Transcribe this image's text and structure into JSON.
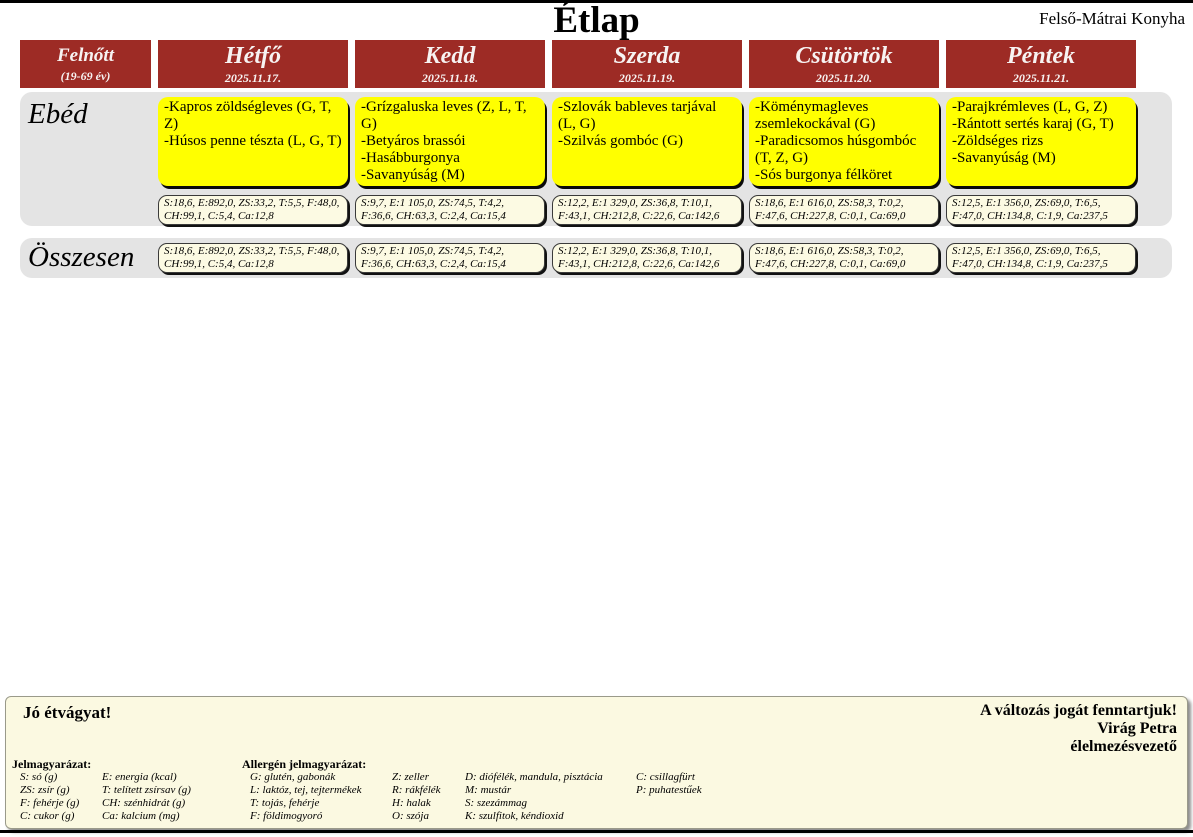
{
  "page": {
    "title": "Étlap",
    "organization": "Felső-Mátrai Konyha"
  },
  "table": {
    "age_group": {
      "label": "Felnőtt",
      "range": "(19-69 év)"
    },
    "days": [
      {
        "name": "Hétfő",
        "date": "2025.11.17."
      },
      {
        "name": "Kedd",
        "date": "2025.11.18."
      },
      {
        "name": "Szerda",
        "date": "2025.11.19."
      },
      {
        "name": "Csütörtök",
        "date": "2025.11.20."
      },
      {
        "name": "Péntek",
        "date": "2025.11.21."
      }
    ],
    "meal_row": {
      "label": "Ebéd",
      "menus": [
        {
          "items": [
            "-Kapros zöldségleves (G, T, Z)",
            "-Húsos penne tészta (L, G, T)"
          ]
        },
        {
          "items": [
            "-Grízgaluska leves (Z, L, T, G)",
            "-Betyáros brassói",
            "-Hasábburgonya",
            "-Savanyúság (M)"
          ]
        },
        {
          "items": [
            "-Szlovák bableves tarjával (L, G)",
            "-Szilvás gombóc  (G)"
          ]
        },
        {
          "items": [
            "-Köménymagleves zsemlekockával (G)",
            "-Paradicsomos húsgombóc (T, Z, G)",
            "-Sós burgonya félköret"
          ]
        },
        {
          "items": [
            "-Parajkrémleves (L, G, Z)",
            "-Rántott sertés karaj (G, T)",
            "-Zöldséges rizs",
            "-Savanyúság (M)"
          ]
        }
      ]
    },
    "nutrition": [
      "S:18,6, E:892,0, ZS:33,2, T:5,5, F:48,0, CH:99,1, C:5,4, Ca:12,8",
      "S:9,7, E:1 105,0, ZS:74,5, T:4,2, F:36,6, CH:63,3, C:2,4, Ca:15,4",
      "S:12,2, E:1 329,0, ZS:36,8, T:10,1, F:43,1, CH:212,8, C:22,6, Ca:142,6",
      "S:18,6, E:1 616,0, ZS:58,3, T:0,2, F:47,6, CH:227,8, C:0,1, Ca:69,0",
      "S:12,5, E:1 356,0, ZS:69,0, T:6,5, F:47,0, CH:134,8, C:1,9, Ca:237,5"
    ],
    "total_row": {
      "label": "Összesen"
    }
  },
  "footer": {
    "greeting": "Jó étvágyat!",
    "rights": "A változás jogát fenntartjuk!",
    "signature": "Virág Petra",
    "role": "élelmezésvezető",
    "legend": {
      "title": "Jelmagyarázat:",
      "col1": [
        "S: só (g)",
        "ZS: zsír (g)",
        "F: fehérje (g)",
        "C: cukor (g)"
      ],
      "col2": [
        "E: energia (kcal)",
        "T: telített zsírsav (g)",
        "CH: szénhidrát (g)",
        "Ca: kalcium (mg)"
      ]
    },
    "allergens": {
      "title": "Allergén jelmagyarázat:",
      "col1": [
        "G: glutén, gabonák",
        "L: laktóz, tej, tejtermékek",
        "T: tojás, fehérje",
        "F: földimogyoró"
      ],
      "col2": [
        "Z: zeller",
        "R: rákfélék",
        "H: halak",
        "O: szója"
      ],
      "col3": [
        "D: diófélék, mandula, pisztácia",
        "M: mustár",
        "S: szezámmag",
        "K: szulfitok, kéndioxid"
      ],
      "col4": [
        "C: csillagfürt",
        "P: puhatestűek"
      ]
    }
  },
  "colors": {
    "header_red": "#9d2b25",
    "menu_yellow": "#ffff00",
    "nutrition_cream": "#fcfae3",
    "band_grey": "#e4e4e4",
    "footer_cream": "#fbf9e1"
  }
}
